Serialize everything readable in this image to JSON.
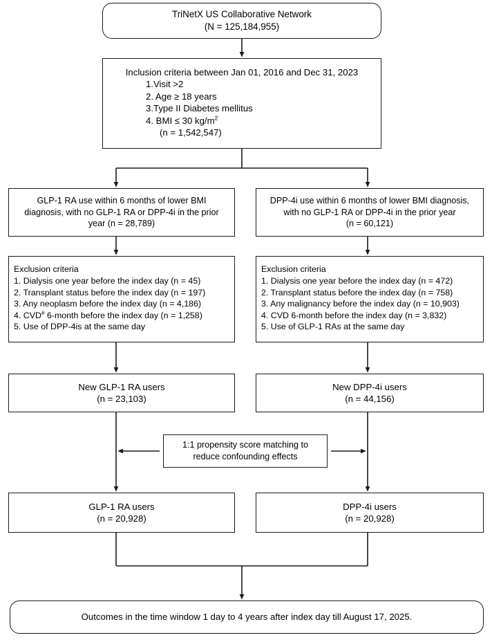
{
  "figure": {
    "type": "flowchart",
    "title": "Study cohort selection flow diagram",
    "stroke_color": "#1a1a1a",
    "background": "#ffffff"
  },
  "source": {
    "title": "TriNetX US Collaborative Network",
    "count": "(N = 125,184,955)"
  },
  "inclusion": {
    "header": "Inclusion criteria between Jan 01, 2016 and Dec 31, 2023",
    "items": [
      "1.Visit >2",
      "2. Age ≥ 18 years",
      "3.Type II Diabetes mellitus"
    ],
    "item4_prefix": "4. BMI ≤ 30 kg/m",
    "item4_sup": "2",
    "count": "(n = 1,542,547)"
  },
  "arms": {
    "glp1": {
      "line1": "GLP-1 RA use within 6 months of lower BMI",
      "line2": "diagnosis, with no GLP-1 RA or DPP-4i in the prior",
      "line3": "year  (n = 28,789)"
    },
    "dpp4i": {
      "line1": "DPP-4i use within 6 months of lower BMI diagnosis,",
      "line2": "with no  GLP-1 RA or DPP-4i in the prior year",
      "line3": "(n = 60,121)"
    }
  },
  "exclusion_glp1": {
    "header": "Exclusion criteria",
    "items": [
      "1. Dialysis one year before the index day  (n = 45)",
      "2. Transplant status before the index day   (n = 197)",
      "3. Any neoplasm before the index day (n = 4,186)"
    ],
    "item4_prefix": "4. CVD",
    "item4_sup": "#",
    "item4_rest": " 6-month before the index day (n = 1,258)",
    "item5": "5. Use of DPP-4is at the same day"
  },
  "exclusion_dpp4i": {
    "header": "Exclusion criteria",
    "items": [
      "1. Dialysis one year before the index day  (n = 472)",
      "2. Transplant status before the index day  (n = 758)",
      "3. Any malignancy before the index day (n = 10,903)",
      "4. CVD 6-month before the index day (n = 3,832)",
      "5. Use of GLP-1 RAs at the same day"
    ]
  },
  "new_users": {
    "glp1": {
      "label": "New GLP-1 RA users",
      "count": "(n = 23,103)"
    },
    "dpp4i": {
      "label": "New DPP-4i users",
      "count": "(n = 44,156)"
    }
  },
  "matching": {
    "line1": "1:1 propensity score matching to",
    "line2": "reduce confounding effects"
  },
  "matched_users": {
    "glp1": {
      "label": "GLP-1 RA users",
      "count": "(n = 20,928)"
    },
    "dpp4i": {
      "label": "DPP-4i users",
      "count": "(n = 20,928)"
    }
  },
  "outcomes": {
    "text": "Outcomes in the time window 1 day to 4 years after index day till August 17, 2025."
  }
}
